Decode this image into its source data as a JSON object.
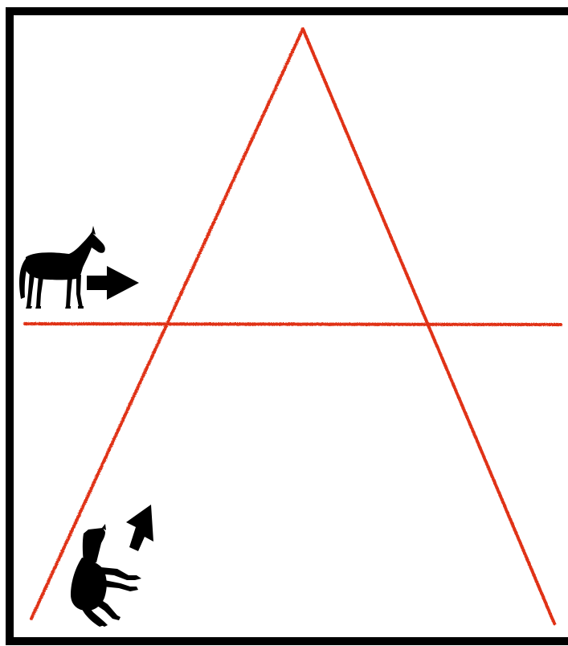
{
  "diagram": {
    "type": "track-diagram",
    "description_text": "",
    "colors": {
      "frame": "#000000",
      "track": "#e03018",
      "horse": "#000000",
      "arrow": "#000000",
      "background": "#ffffff"
    },
    "lines": [
      {
        "name": "left-diagonal-track"
      },
      {
        "name": "right-diagonal-track"
      },
      {
        "name": "horizontal-track"
      }
    ],
    "figures": [
      {
        "name": "horse-standing-icon",
        "arrow": "arrow-right-icon"
      },
      {
        "name": "horse-rearing-icon",
        "arrow": "arrow-up-right-icon"
      }
    ]
  }
}
